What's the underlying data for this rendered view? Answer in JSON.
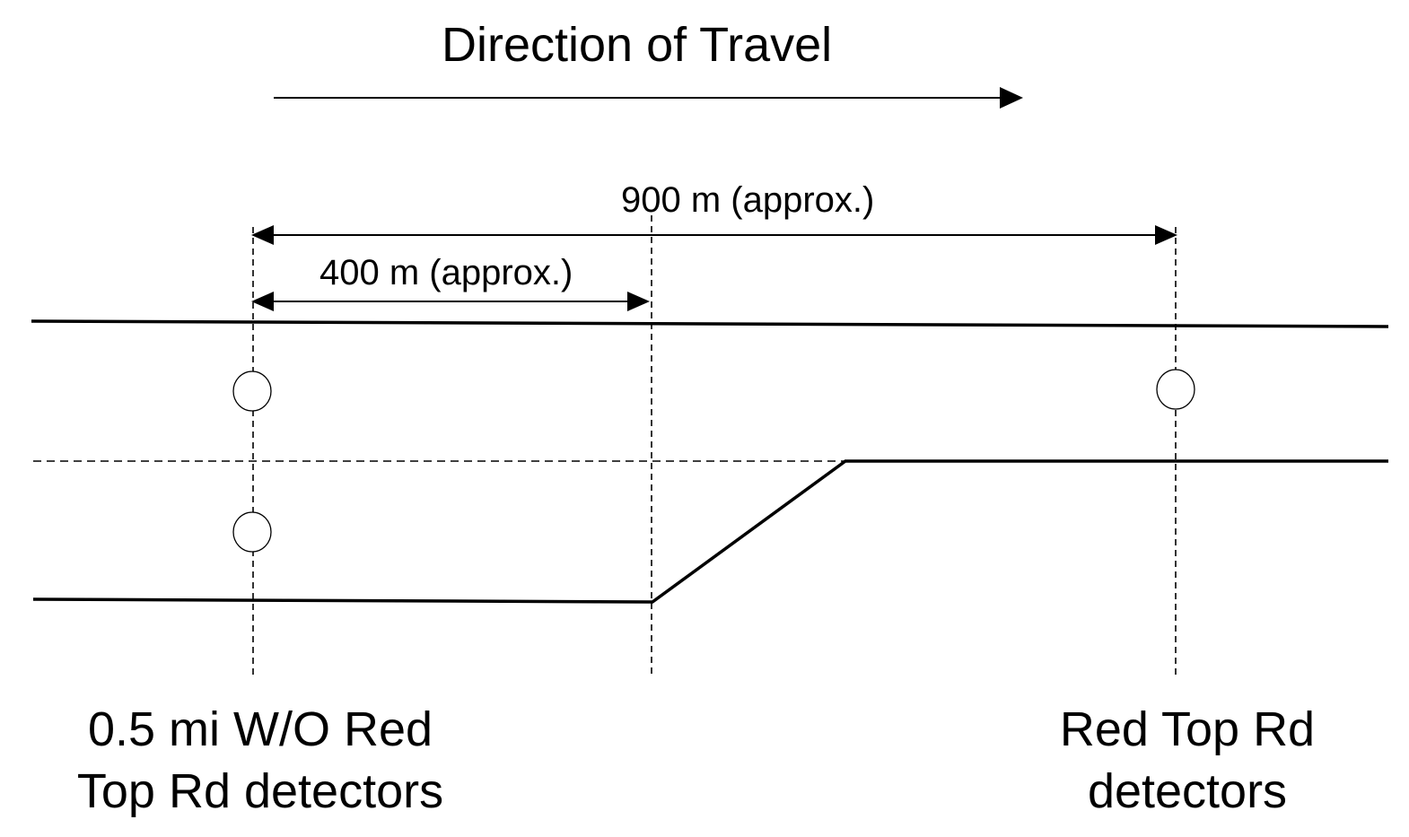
{
  "diagram": {
    "title": "Direction of Travel",
    "dimensions": {
      "total": "900 m (approx.)",
      "partial": "400 m (approx.)"
    },
    "stations": {
      "upstream": {
        "line1": "0.5 mi W/O Red",
        "line2": "Top Rd detectors"
      },
      "downstream": {
        "line1": "Red Top Rd",
        "line2": "detectors"
      }
    },
    "detectors": {
      "upstream_count": 2,
      "downstream_count": 1
    },
    "colors": {
      "line": "#000000",
      "background": "#ffffff"
    }
  }
}
